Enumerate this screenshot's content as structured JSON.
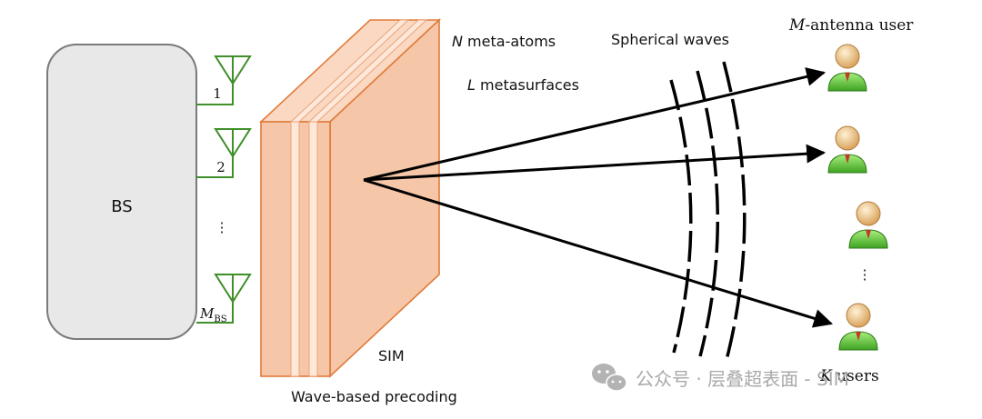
{
  "bs": {
    "label": "BS"
  },
  "antennas": [
    {
      "label": "1"
    },
    {
      "label": "2"
    },
    {
      "label": "⋮"
    },
    {
      "label": "M",
      "subscript": "BS"
    }
  ],
  "sim": {
    "label": "SIM",
    "caption": "Wave-based precoding",
    "meta_atoms_var": "N",
    "meta_atoms_text": " meta-atoms",
    "metasurfaces_var": "L",
    "metasurfaces_text": " metasurfaces"
  },
  "waves": {
    "label": "Spherical waves"
  },
  "users": {
    "top_var": "M",
    "top_text": "-antenna user",
    "dots": "⋮",
    "bottom_var": "K",
    "bottom_text": " users"
  },
  "watermark": {
    "text": "公众号 · 层叠超表面 - SIM"
  },
  "colors": {
    "bs_fill": "#e8e8e8",
    "bs_stroke": "#7a7a7a",
    "antenna": "#3f8f2a",
    "sim_fill": "#f6c6a8",
    "sim_stroke": "#e07b3a",
    "user_body": "#6fcf4a",
    "user_head": "#f2c98a"
  }
}
